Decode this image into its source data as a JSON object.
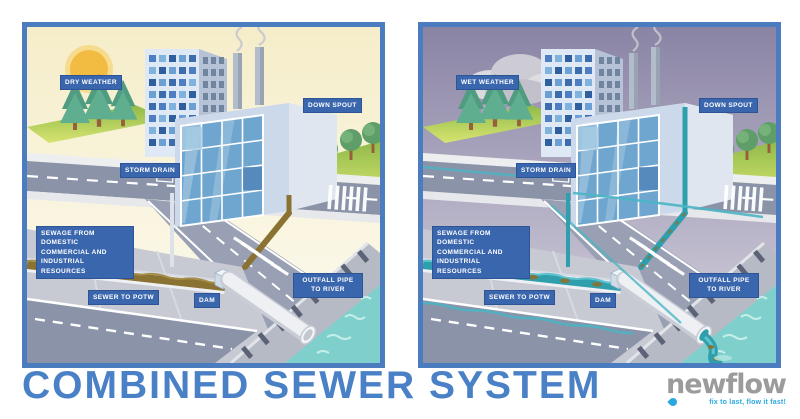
{
  "title": "COMBINED SEWER SYSTEM",
  "brand": {
    "name": "newflow",
    "tagline": "fix to last, flow it fast!"
  },
  "labels": {
    "down_spout": "DOWN SPOUT",
    "storm_drain": "STORM DRAIN",
    "sewage_source": "SEWAGE FROM DOMESTIC COMMERCIAL AND INDUSTRIAL RESOURCES",
    "sewer_to_potw": "SEWER TO POTW",
    "dam": "DAM",
    "outfall": "OUTFALL PIPE TO RIVER"
  },
  "panels": {
    "dry": {
      "weather": "DRY WEATHER"
    },
    "wet": {
      "weather": "WET WEATHER"
    }
  },
  "colors": {
    "frame_blue": "#4b7cc0",
    "label_blue": "#3a66ae",
    "title_blue": "#4a80c6",
    "sewage_brown": "#8a7233",
    "sewage_brown_light": "#a58d4a",
    "water_teal": "#2f9fae",
    "water_teal_light": "#5fc3cf",
    "river_teal": "#7fd0cc",
    "logo_gray": "#9b9b9b",
    "logo_blue": "#2aa9e0"
  }
}
